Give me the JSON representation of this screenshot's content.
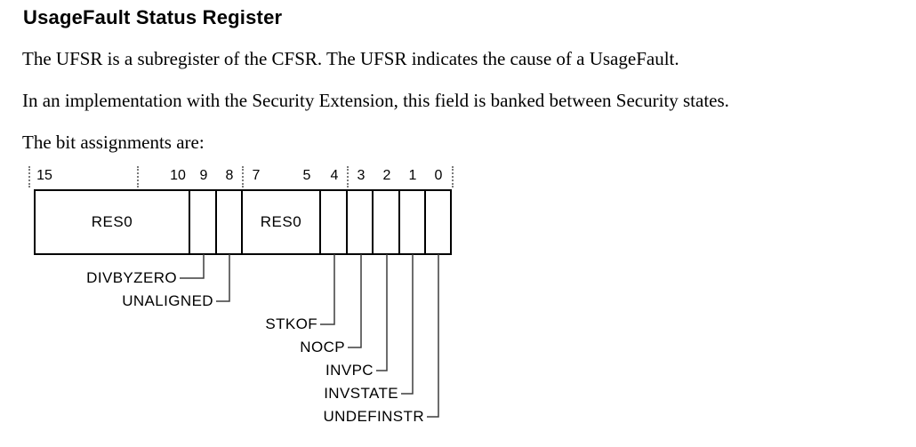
{
  "doc": {
    "heading": "UsageFault Status Register",
    "para1": "The UFSR is a subregister of the CFSR. The UFSR indicates the cause of a UsageFault.",
    "para2": "In an implementation with the Security Extension, this field is banked between Security states.",
    "para3": "The bit assignments are:"
  },
  "diagram": {
    "bit_numbers": {
      "b15": "15",
      "b10": "10",
      "b9": "9",
      "b8": "8",
      "b7": "7",
      "b5": "5",
      "b4": "4",
      "b3": "3",
      "b2": "2",
      "b1": "1",
      "b0": "0"
    },
    "fields": [
      {
        "bits": "15:10",
        "label": "RES0"
      },
      {
        "bits": "9",
        "label": ""
      },
      {
        "bits": "8",
        "label": ""
      },
      {
        "bits": "7:5",
        "label": "RES0"
      },
      {
        "bits": "4",
        "label": ""
      },
      {
        "bits": "3",
        "label": ""
      },
      {
        "bits": "2",
        "label": ""
      },
      {
        "bits": "1",
        "label": ""
      },
      {
        "bits": "0",
        "label": ""
      }
    ],
    "callouts": [
      {
        "bit": "9",
        "label": "DIVBYZERO"
      },
      {
        "bit": "8",
        "label": "UNALIGNED"
      },
      {
        "bit": "4",
        "label": "STKOF"
      },
      {
        "bit": "3",
        "label": "NOCP"
      },
      {
        "bit": "2",
        "label": "INVPC"
      },
      {
        "bit": "1",
        "label": "INVSTATE"
      },
      {
        "bit": "0",
        "label": "UNDEFINSTR"
      }
    ]
  }
}
